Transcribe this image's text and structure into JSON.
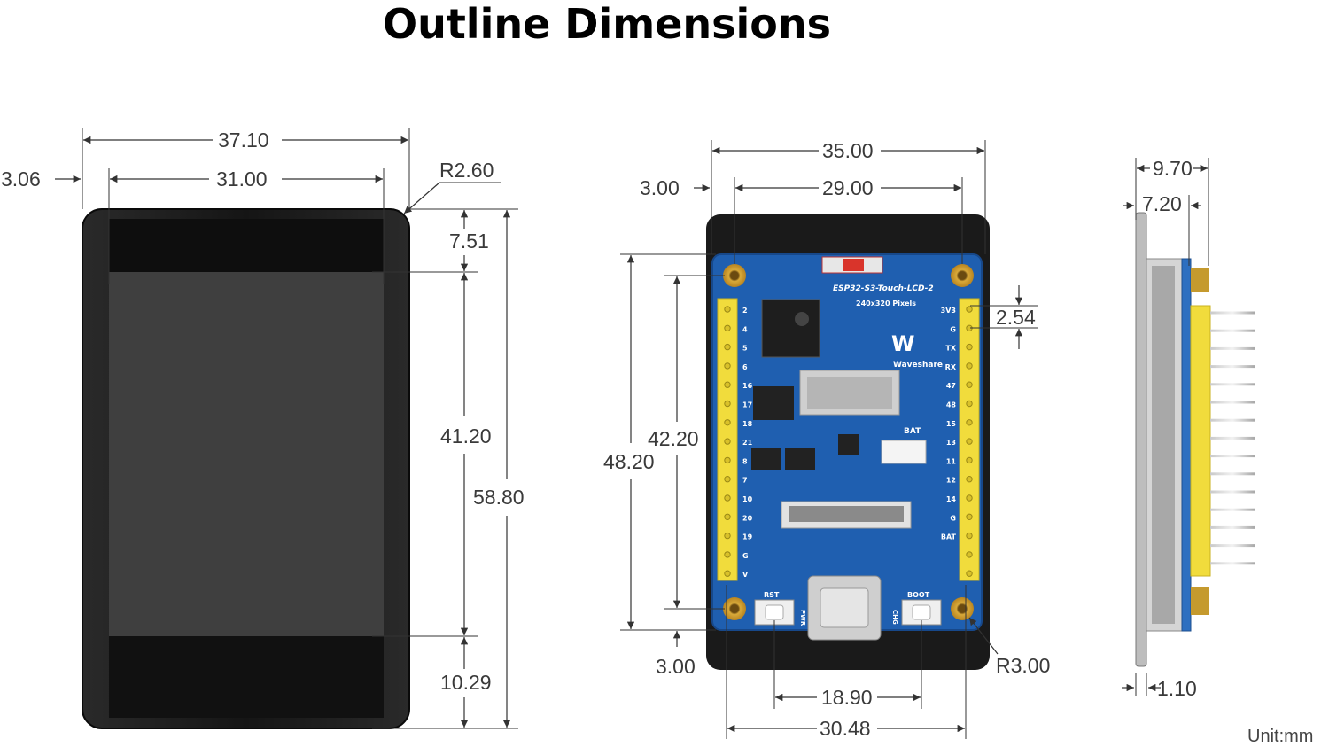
{
  "title": "Outline Dimensions",
  "unit_label": "Unit:mm",
  "front_view": {
    "width_total": "37.10",
    "display_width": "31.00",
    "side_offset": "3.06",
    "corner_radius": "R2.60",
    "top_margin": "7.51",
    "display_height": "41.20",
    "bottom_margin": "10.29",
    "height_total": "58.80"
  },
  "board_view": {
    "width_total": "35.00",
    "hole_spacing_x": "29.00",
    "hole_offset_top": "3.00",
    "pin_pitch": "2.54",
    "hole_spacing_y": "42.20",
    "board_height": "48.20",
    "hole_offset_bottom": "3.00",
    "hole_radius": "R3.00",
    "button_spacing": "18.90",
    "header_spacing": "30.48",
    "silk_board_name": "ESP32-S3-Touch-LCD-2",
    "silk_resolution": "240x320 Pixels",
    "silk_brand": "Waveshare",
    "silk_bat": "BAT",
    "silk_rst": "RST",
    "silk_boot": "BOOT",
    "silk_pwr": "PWR",
    "silk_chg": "CHG",
    "left_pins": [
      "2",
      "4",
      "5",
      "6",
      "16",
      "17",
      "18",
      "21",
      "8",
      "7",
      "10",
      "20",
      "19",
      "G",
      "V"
    ],
    "right_pins": [
      "3V3",
      "G",
      "TX",
      "RX",
      "47",
      "48",
      "15",
      "13",
      "11",
      "12",
      "14",
      "G",
      "BAT"
    ]
  },
  "side_view": {
    "total_thickness": "9.70",
    "body_thickness": "7.20",
    "glass_thickness": "1.10"
  },
  "colors": {
    "pcb_blue": "#1f5fb0",
    "header_yellow": "#f1dc3c",
    "lcd_black": "#1c1c1c",
    "gold": "#d8a838"
  }
}
